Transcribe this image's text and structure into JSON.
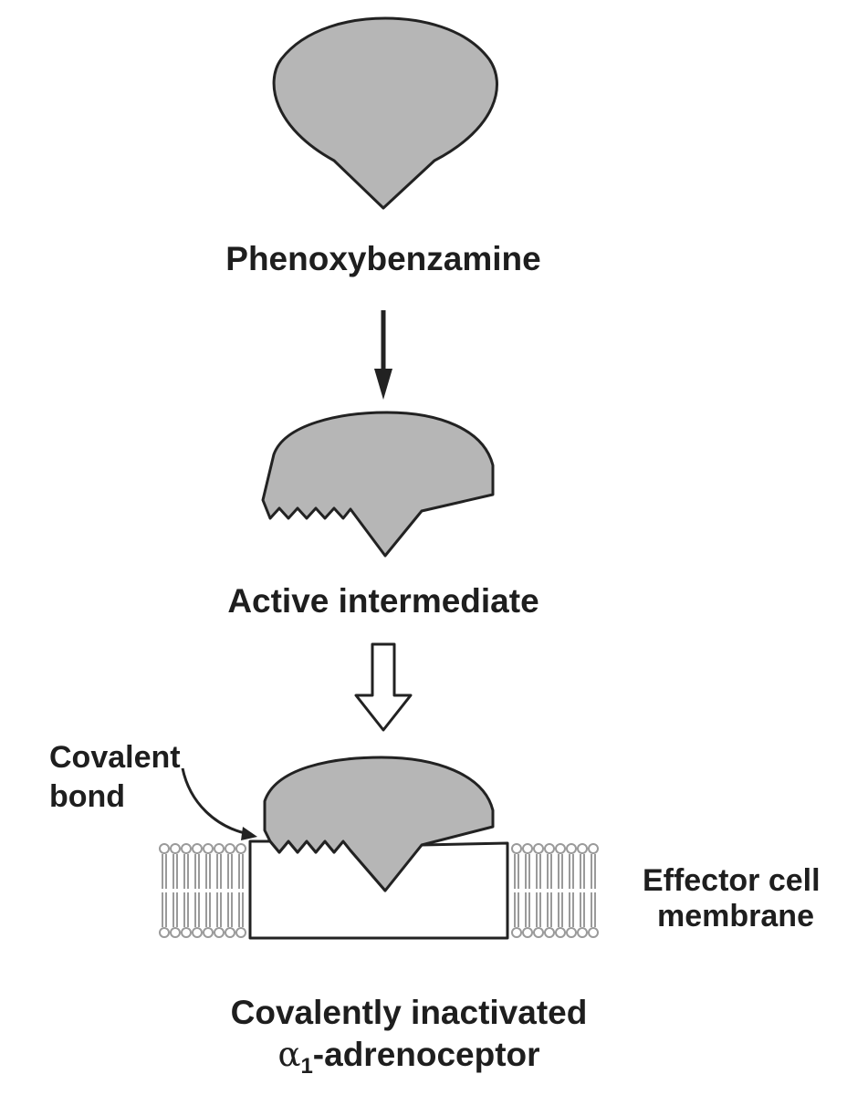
{
  "diagram": {
    "labels": {
      "phenoxybenzamine": "Phenoxybenzamine",
      "active_intermediate": "Active intermediate",
      "covalent_bond_line1": "Covalent",
      "covalent_bond_line2": "bond",
      "effector_line1": "Effector cell",
      "effector_line2": "membrane",
      "inactivated_line1": "Covalently inactivated",
      "receptor_alpha": "α",
      "receptor_subscript": "1",
      "receptor_rest": "-adrenoceptor"
    },
    "colors": {
      "molecule_fill": "#b6b6b6",
      "outline": "#222222",
      "text": "#1e1e1e",
      "membrane_lipid": "#9a9a9a",
      "background": "#ffffff"
    },
    "arrows": {
      "first": "solid-down-arrow",
      "second": "hollow-down-arrow"
    }
  }
}
